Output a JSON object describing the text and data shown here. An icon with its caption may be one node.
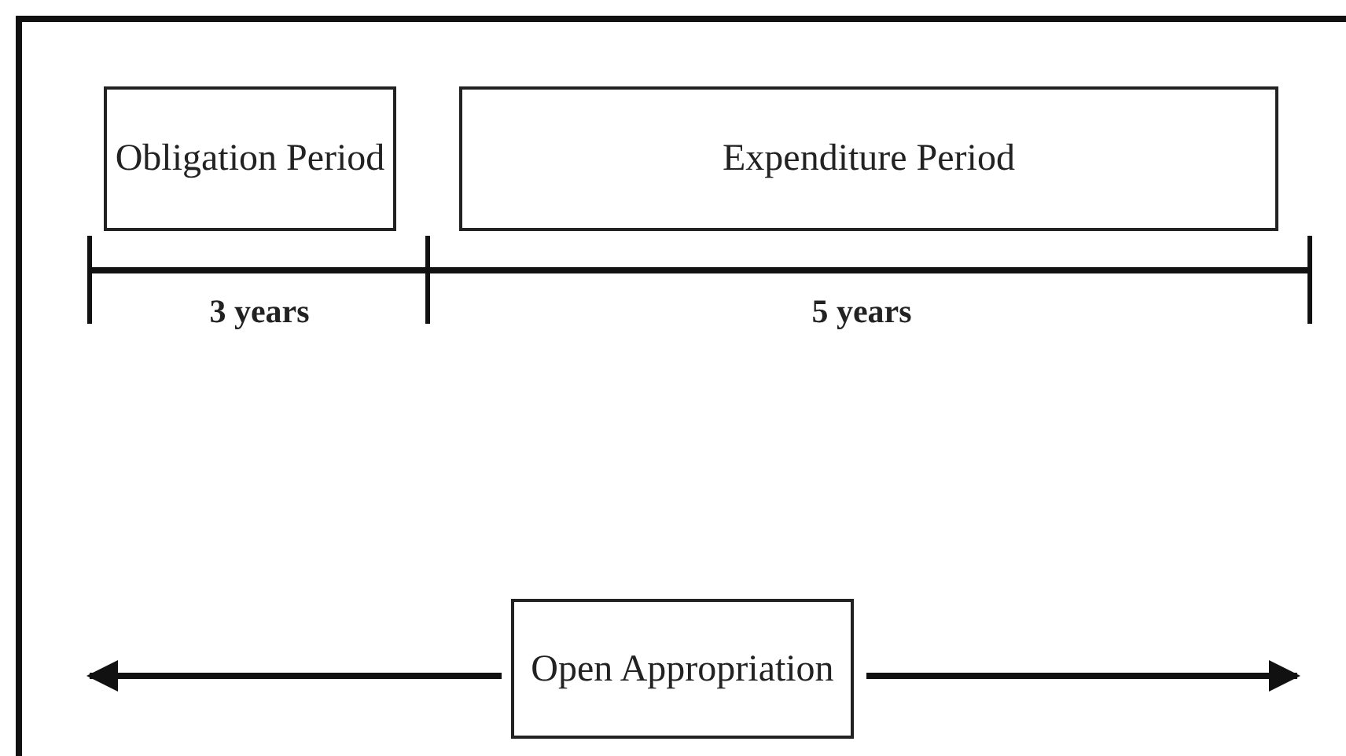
{
  "diagram": {
    "nodes": [
      {
        "text": [
          "Obligation Period"
        ]
      },
      {
        "text": [
          "Expenditure Period"
        ]
      },
      {
        "text": [
          "Open Appropriation"
        ]
      }
    ],
    "edges": [
      {
        "from": 2,
        "to": null,
        "arrow": "to"
      },
      {
        "from": 2,
        "to": null,
        "arrow": "to"
      }
    ],
    "labels": [
      "3 years",
      "5 years"
    ]
  }
}
